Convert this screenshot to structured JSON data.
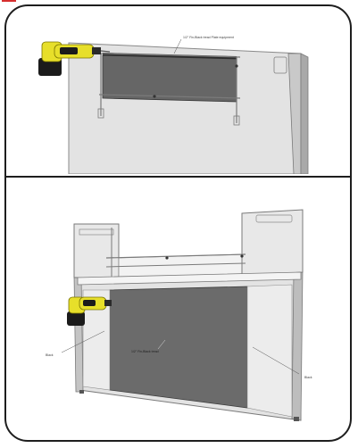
{
  "illustration": {
    "top_panel": {
      "callout_label": "1/2\" Fin-Black tread Plate equipment"
    },
    "bottom_panel": {
      "left_callout_label": "Black",
      "center_callout_label": "1/2\" Fin-Black tread",
      "right_callout_label": "Black"
    }
  },
  "colors": {
    "frame_border": "#1e1e1e",
    "accent_mark": "#d62e2e",
    "panel_face": "#e3e3e3",
    "panel_edge": "#b9b9b9",
    "dark_sheet": "#6b6b6b",
    "drill_yellow": "#e7df2a",
    "drill_black": "#1b1b1b"
  }
}
